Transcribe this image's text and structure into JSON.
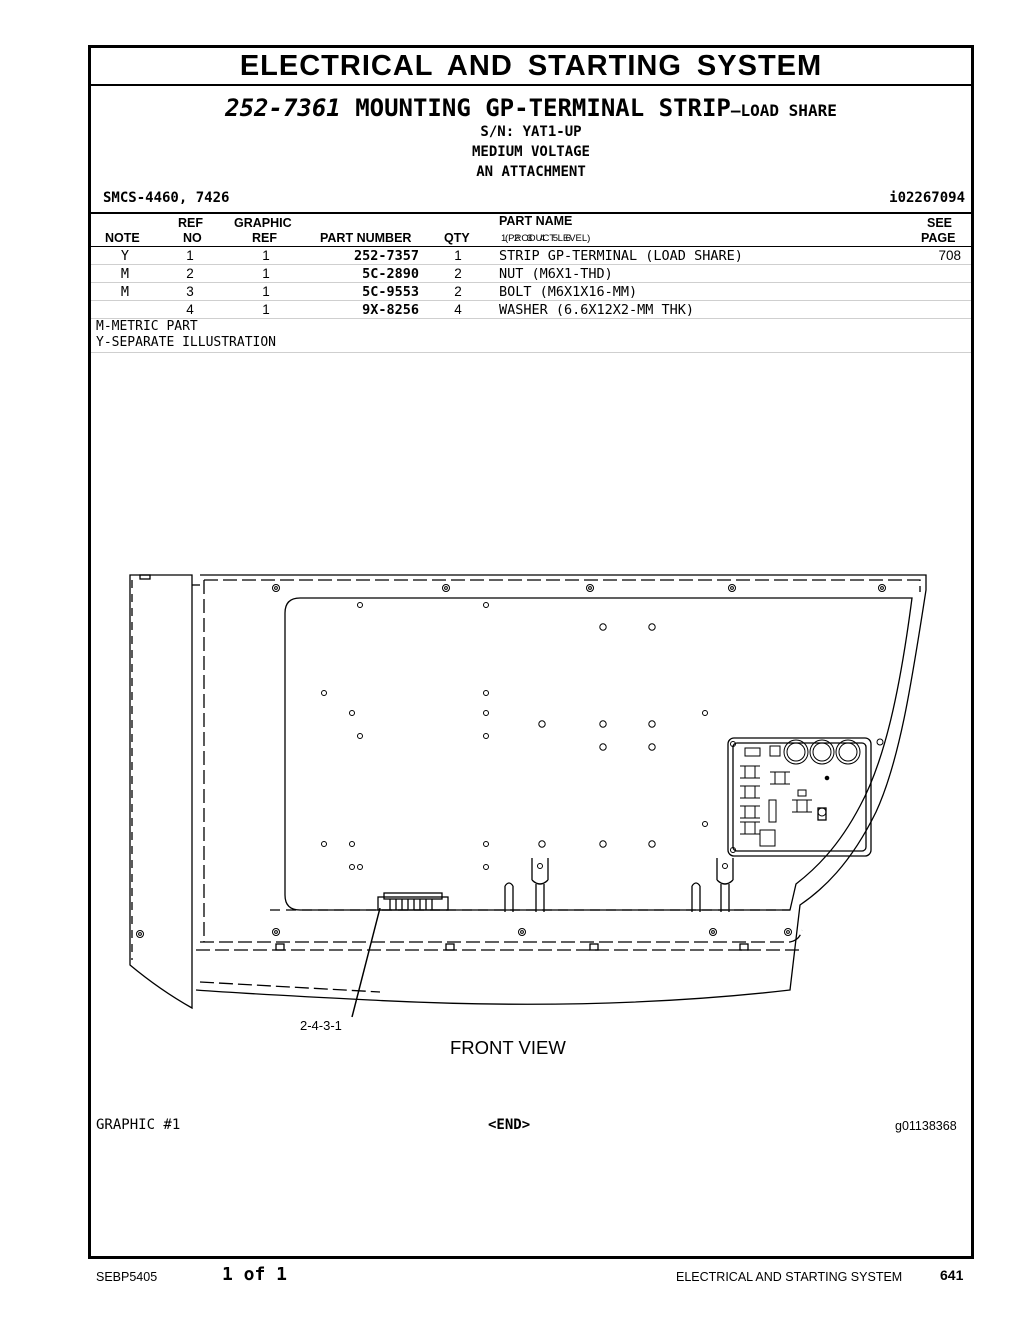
{
  "section_title": "ELECTRICAL AND STARTING SYSTEM",
  "group": {
    "part_number": "252-7361",
    "name": "MOUNTING GP-TERMINAL STRIP",
    "suffix": "—LOAD SHARE",
    "serial": "S/N: YAT1-UP",
    "line2": "MEDIUM VOLTAGE",
    "line3": "AN ATTACHMENT",
    "smcs": "SMCS-4460, 7426",
    "info_id": "i02267094"
  },
  "columns": {
    "note": "NOTE",
    "ref_top": "REF",
    "ref_bottom": "NO",
    "graphic_top": "GRAPHIC",
    "graphic_bottom": "REF",
    "part_number": "PART NUMBER",
    "qty": "QTY",
    "part_name": "PART NAME",
    "product_levels": "1 2 3 4 5 6",
    "product_level_label": "(PRODUCT LEVEL)",
    "see_top": "SEE",
    "see_bottom": "PAGE"
  },
  "parts": [
    {
      "note": "Y",
      "ref": "1",
      "graphic": "1",
      "part_number": "252-7357",
      "qty": "1",
      "name": "STRIP GP-TERMINAL (LOAD SHARE)",
      "page": "708"
    },
    {
      "note": "M",
      "ref": "2",
      "graphic": "1",
      "part_number": "5C-2890",
      "qty": "2",
      "name": "NUT (M6X1-THD)",
      "page": ""
    },
    {
      "note": "M",
      "ref": "3",
      "graphic": "1",
      "part_number": "5C-9553",
      "qty": "2",
      "name": "BOLT (M6X1X16-MM)",
      "page": ""
    },
    {
      "note": "",
      "ref": "4",
      "graphic": "1",
      "part_number": "9X-8256",
      "qty": "4",
      "name": "WASHER (6.6X12X2-MM THK)",
      "page": ""
    }
  ],
  "notes": [
    "M-METRIC PART",
    "Y-SEPARATE ILLUSTRATION"
  ],
  "illustration": {
    "callout": "2-4-3-1",
    "view_label": "FRONT VIEW",
    "graphic_label": "GRAPHIC #1",
    "end_label": "<END>",
    "graphic_id": "g01138368"
  },
  "footer": {
    "doc_number": "SEBP5405",
    "page_of": "1 of 1",
    "section": "ELECTRICAL AND STARTING SYSTEM",
    "page_number": "641"
  }
}
